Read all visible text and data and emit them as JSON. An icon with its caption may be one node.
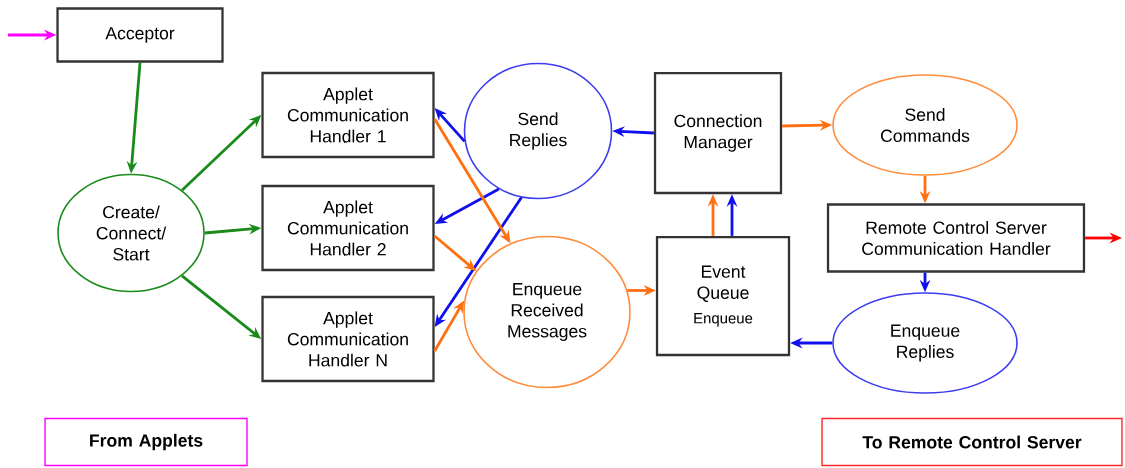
{
  "diagram": {
    "nodes": [
      {
        "text": [
          "Acceptor"
        ]
      },
      {
        "text": [
          "Create/ Connect/ Start"
        ]
      },
      {
        "text": [
          "Applet Communication Handler 1"
        ]
      },
      {
        "text": [
          "Applet Communication Handler 2"
        ]
      },
      {
        "text": [
          "Applet Communication Handler N"
        ]
      },
      {
        "text": [
          "Send Replies"
        ]
      },
      {
        "text": [
          "Enqueue Received Messages"
        ]
      },
      {
        "text": [
          "Connection Manager"
        ]
      },
      {
        "text": [
          "Event Queue",
          "Enqueue"
        ]
      },
      {
        "text": [
          "Send Commands"
        ]
      },
      {
        "text": [
          "Remote Control Server Communication Handler"
        ]
      },
      {
        "text": [
          "Enqueue Replies"
        ]
      },
      {
        "text": [
          "From Applets"
        ]
      },
      {
        "text": [
          "To Remote Control Server"
        ]
      }
    ],
    "edges": [
      {
        "from": null,
        "to": 0,
        "arrow": "to",
        "color": "#ff00ff"
      },
      {
        "from": 0,
        "to": 1,
        "arrow": "to",
        "color": "#1a8a1a"
      },
      {
        "from": 1,
        "to": 2,
        "arrow": "to",
        "color": "#1a8a1a"
      },
      {
        "from": 1,
        "to": 3,
        "arrow": "to",
        "color": "#1a8a1a"
      },
      {
        "from": 1,
        "to": 4,
        "arrow": "to",
        "color": "#1a8a1a"
      },
      {
        "from": 5,
        "to": 2,
        "arrow": "to",
        "color": "#1010ee"
      },
      {
        "from": 5,
        "to": 3,
        "arrow": "to",
        "color": "#1010ee"
      },
      {
        "from": 5,
        "to": 4,
        "arrow": "to",
        "color": "#1010ee"
      },
      {
        "from": 2,
        "to": 6,
        "arrow": "to",
        "color": "#ff7010"
      },
      {
        "from": 3,
        "to": 6,
        "arrow": "to",
        "color": "#ff7010"
      },
      {
        "from": 4,
        "to": 6,
        "arrow": "to",
        "color": "#ff7010"
      },
      {
        "from": 7,
        "to": 5,
        "arrow": "to",
        "color": "#1010ee"
      },
      {
        "from": 6,
        "to": 8,
        "arrow": "to",
        "color": "#ff7010"
      },
      {
        "from": 8,
        "to": 7,
        "arrow": "to",
        "color": "#ff7010"
      },
      {
        "from": 8,
        "to": 7,
        "arrow": "to",
        "color": "#1010ee"
      },
      {
        "from": 7,
        "to": 9,
        "arrow": "to",
        "color": "#ff7010"
      },
      {
        "from": 9,
        "to": 10,
        "arrow": "to",
        "color": "#ff7010"
      },
      {
        "from": 10,
        "to": null,
        "arrow": "to",
        "color": "#ff0000"
      },
      {
        "from": 10,
        "to": 11,
        "arrow": "to",
        "color": "#1010ee"
      },
      {
        "from": 11,
        "to": 8,
        "arrow": "to",
        "color": "#1010ee"
      }
    ]
  }
}
